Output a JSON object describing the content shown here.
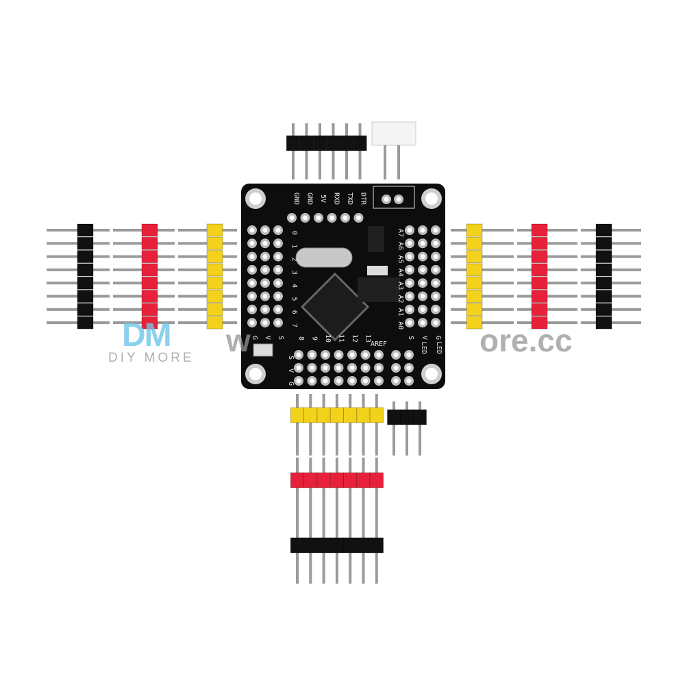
{
  "product": {
    "header_labels": [
      "GND",
      "GND",
      "5V",
      "RXD",
      "TXD",
      "DTR"
    ],
    "left_digital_labels": [
      "0",
      "1",
      "2",
      "3",
      "4",
      "5",
      "6",
      "7"
    ],
    "right_analog_labels": [
      "A7",
      "A6",
      "A5",
      "A4",
      "A3",
      "A2",
      "A1",
      "A0"
    ],
    "bottom_digital_labels": [
      "8",
      "9",
      "10",
      "11",
      "12",
      "13",
      "AREF"
    ],
    "rail_labels": {
      "g": "G",
      "v": "V",
      "s": "S"
    },
    "led_labels": [
      "LED",
      "LED"
    ]
  },
  "watermark": {
    "logo": "DM",
    "brand": "DIY MORE",
    "url_left": "w",
    "url_right": "ore.cc"
  },
  "colors": {
    "board": "#0d0d0d",
    "yellow_header": "#f2d21a",
    "red_header": "#e8213a",
    "black_header": "#111111",
    "pin": "#9a9a9a",
    "logo": "#6ec6ea"
  }
}
